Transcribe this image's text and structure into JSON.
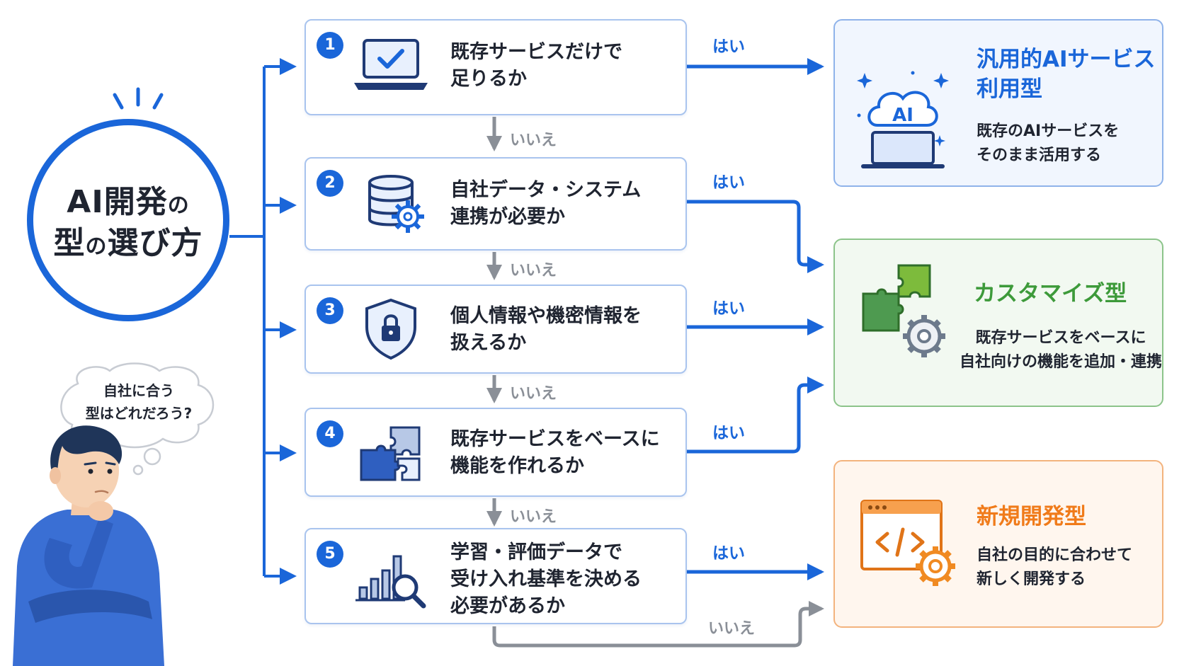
{
  "hub": {
    "line1_main": "AI開発",
    "line1_small": "の",
    "line2_pre": "型",
    "line2_small": "の",
    "line2_post": "選び方"
  },
  "thought": {
    "line1": "自社に合う",
    "line2": "型はどれだろう?"
  },
  "questions": [
    {
      "num": "1",
      "lines": [
        "既存サービスだけで",
        "足りるか"
      ],
      "icon": "laptop-check-icon"
    },
    {
      "num": "2",
      "lines": [
        "自社データ・システム",
        "連携が必要か"
      ],
      "icon": "database-gear-icon"
    },
    {
      "num": "3",
      "lines": [
        "個人情報や機密情報を",
        "扱えるか"
      ],
      "icon": "shield-lock-icon"
    },
    {
      "num": "4",
      "lines": [
        "既存サービスをベースに",
        "機能を作れるか"
      ],
      "icon": "puzzle-icon"
    },
    {
      "num": "5",
      "lines": [
        "学習・評価データで",
        "受け入れ基準を決める",
        "必要があるか"
      ],
      "icon": "chart-magnifier-icon"
    }
  ],
  "labels": {
    "yes": "はい",
    "no": "いいえ"
  },
  "results": [
    {
      "title_lines": [
        "汎用的AIサービス",
        "利用型"
      ],
      "desc_lines": [
        "既存のAIサービスを",
        "そのまま活用する"
      ],
      "icon": "ai-cloud-laptop-icon",
      "color": "#1a66d9",
      "bg": "#f1f6fe",
      "border": "#8fb3ea"
    },
    {
      "title_lines": [
        "カスタマイズ型"
      ],
      "desc_lines": [
        "既存サービスをベースに",
        "自社向けの機能を追加・連携"
      ],
      "icon": "puzzle-gear-icon",
      "color": "#3d9a3a",
      "bg": "#f2f9f1",
      "border": "#8cc48a"
    },
    {
      "title_lines": [
        "新規開発型"
      ],
      "desc_lines": [
        "自社の目的に合わせて",
        "新しく開発する"
      ],
      "icon": "code-window-gear-icon",
      "color": "#f07b1a",
      "bg": "#fff6ee",
      "border": "#f3b37d"
    }
  ],
  "colors": {
    "blue": "#1a66d9",
    "gray": "#8a8f97",
    "green": "#3d9a3a",
    "orange": "#f07b1a"
  }
}
